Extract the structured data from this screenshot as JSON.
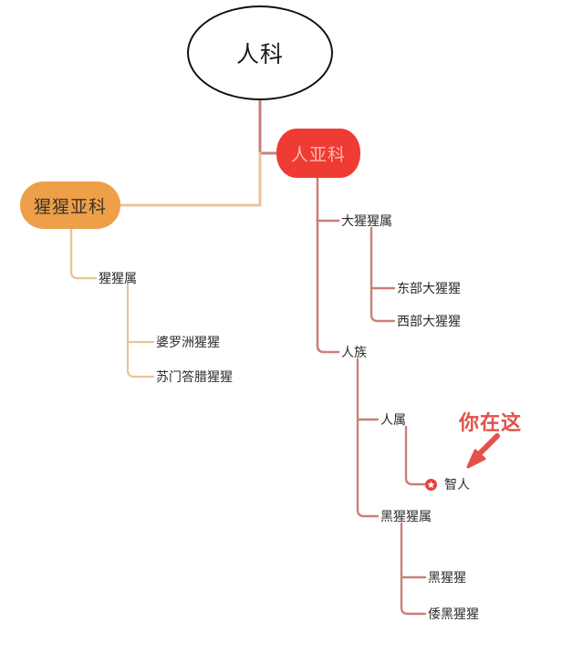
{
  "diagram": {
    "title_node": "人科",
    "annotation": {
      "label": "你在这",
      "color": "#e2524a",
      "arrow": "down-left-arrow-icon"
    },
    "colors": {
      "root_border": "#111111",
      "root_fill": "#ffffff",
      "hominine_pill": "#ee3b33",
      "hominine_text": "#ffb9ad",
      "ponginae_pill": "#eda048",
      "ponginae_text": "#3f3228",
      "red_link": "#c98078",
      "orange_link": "#e8c49a",
      "leaf_text": "#2b2b2b",
      "badge": "#e8403a"
    },
    "nodes": {
      "root": "人科",
      "ponginae": "猩猩亚科",
      "pongo_genus": "猩猩属",
      "bornean_orangutan": "婆罗洲猩猩",
      "sumatran_orangutan": "苏门答腊猩猩",
      "homininae": "人亚科",
      "gorilla_genus": "大猩猩属",
      "eastern_gorilla": "东部大猩猩",
      "western_gorilla": "西部大猩猩",
      "hominini": "人族",
      "homo_genus": "人属",
      "homo_sapiens": "智人",
      "pan_genus": "黑猩猩属",
      "chimpanzee": "黑猩猩",
      "bonobo": "倭黑猩猩"
    }
  }
}
